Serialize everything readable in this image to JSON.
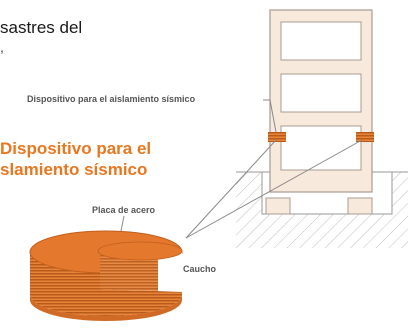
{
  "heading": {
    "text": "sastres del",
    "fragment": ","
  },
  "title": {
    "line1": "Dispositivo para el",
    "line2": "slamiento sísmico"
  },
  "labels": {
    "device": "Dispositivo para el aislamiento sísmico",
    "steel_plate": "Placa de acero",
    "rubber": "Caucho"
  },
  "colors": {
    "orange_text": "#e8771f",
    "bearing": "#e4782c",
    "frame_fill": "#f7e9dc",
    "frame_stroke": "#a89b90",
    "ground": "#b0b0b0",
    "label": "#555555"
  }
}
